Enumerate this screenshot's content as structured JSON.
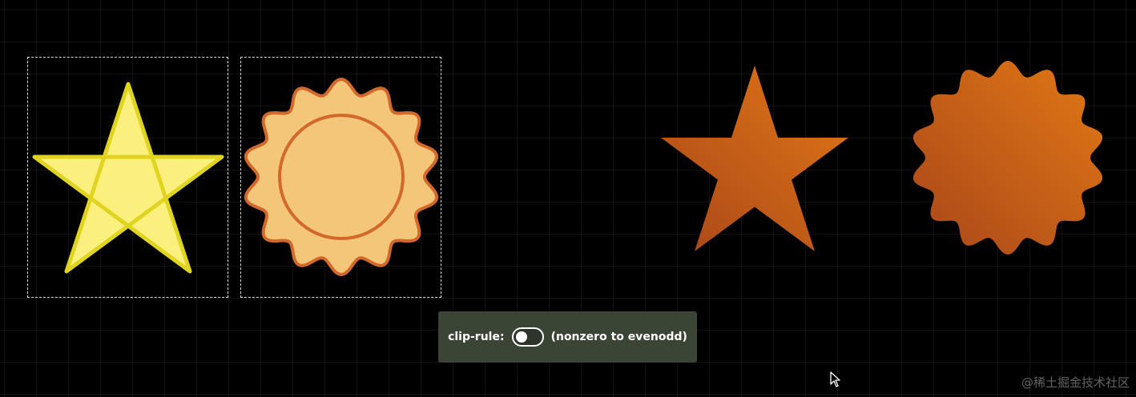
{
  "controls": {
    "clip_rule_label": "clip-rule:",
    "toggle_state": "nonzero",
    "toggle_hint": "(nonzero to evenodd)"
  },
  "watermark": "@稀土掘金技术社区",
  "colors": {
    "background": "#000000",
    "star_fill": "#fbf07e",
    "star_stroke": "#e0d420",
    "sun_fill": "#f3c679",
    "sun_stroke": "#d2692a",
    "clip_gradient_start": "#a9461a",
    "clip_gradient_end": "#e17815",
    "panel_bg": "#3a4536"
  },
  "icons": {
    "toggle": "toggle-switch",
    "cursor": "mouse-pointer-icon"
  }
}
